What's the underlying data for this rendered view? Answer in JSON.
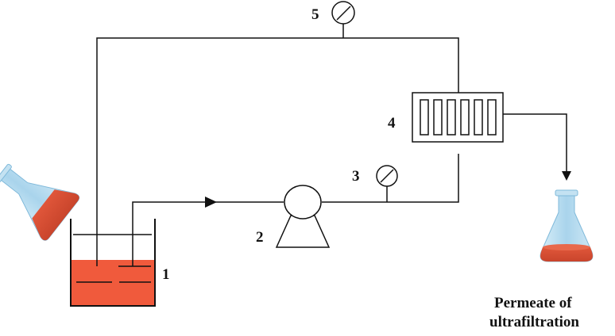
{
  "labels": {
    "tank": "1",
    "pump": "2",
    "gauge_inlet": "3",
    "membrane_module": "4",
    "gauge_return": "5"
  },
  "permeate_caption": {
    "line1": "Permeate of",
    "line2": "ultrafiltration"
  },
  "colors": {
    "line": "#111111",
    "feed_liquid": "#f05a3c",
    "flask_glass": "#a9d4ec",
    "flask_glass_light": "#d8eef8"
  }
}
